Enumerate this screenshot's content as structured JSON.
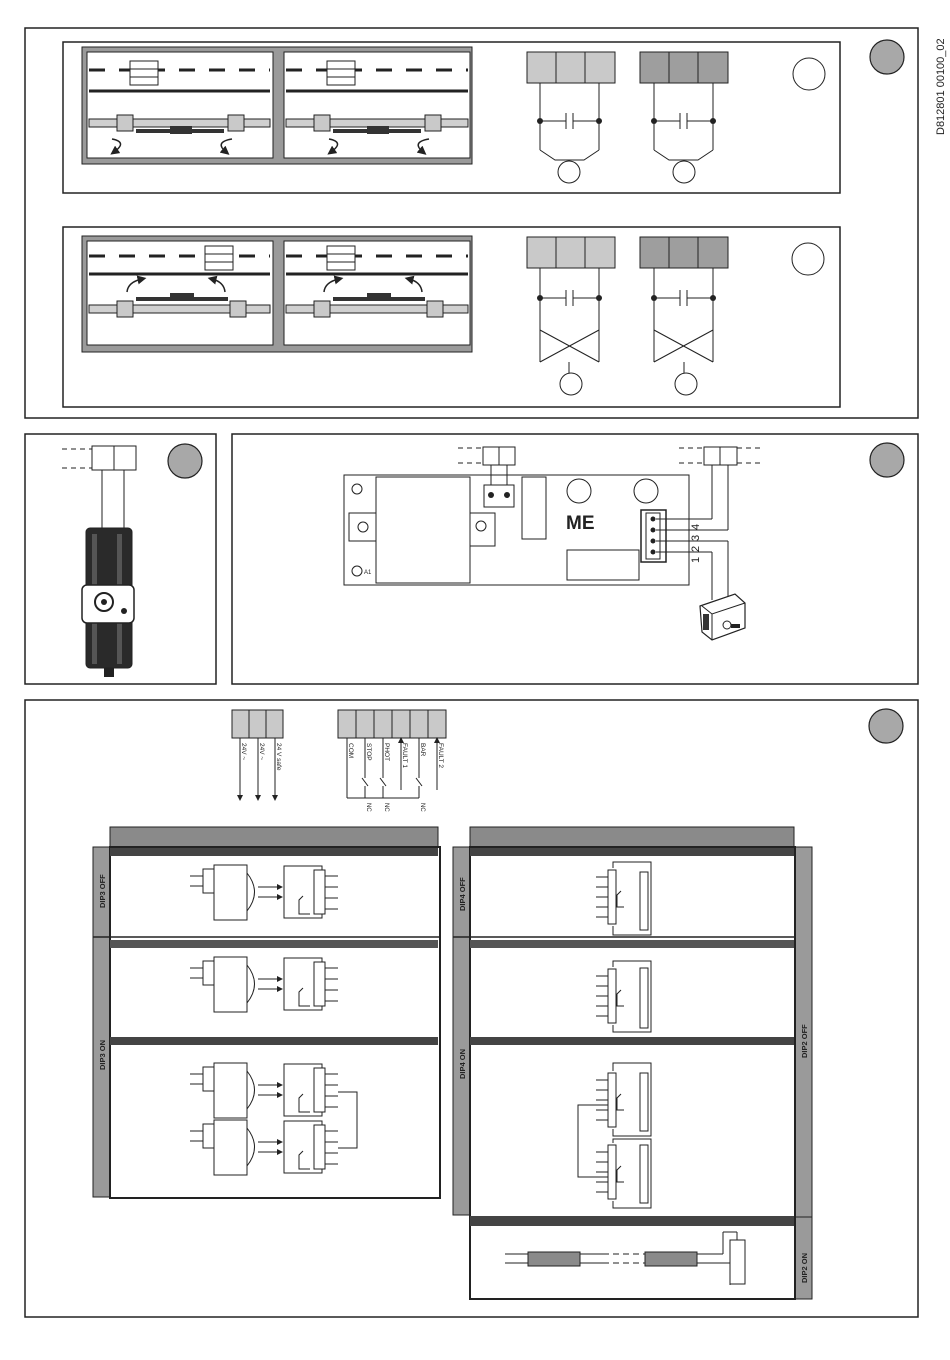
{
  "document": {
    "code": "D812801 00100_02"
  },
  "board": {
    "title": "ME",
    "marker": "A1",
    "terminal_numbers": [
      "1",
      "2",
      "3",
      "4"
    ]
  },
  "terminals_power": {
    "labels": [
      "24V ~",
      "24V ~",
      "24 V safe"
    ]
  },
  "terminals_safety": {
    "labels": [
      "COM",
      "STOP",
      "PHOT",
      "FAULT 1",
      "BAR",
      "FAULT 2"
    ],
    "contact_label": "NC"
  },
  "dip_labels": {
    "dip3_off": "DIP3 OFF",
    "dip3_on": "DIP3 ON",
    "dip4_off": "DIP4 OFF",
    "dip4_on": "DIP4 ON",
    "dip2_off": "DIP2 OFF",
    "dip2_on": "DIP2 ON"
  },
  "colors": {
    "light_terminal": "#c9c9c9",
    "dark_terminal": "#9e9e9e",
    "panel_grey": "#9a9a9a",
    "header_grey": "#8a8a8a",
    "bar_dark": "#444444",
    "badge_grey": "#a8a8a8"
  }
}
